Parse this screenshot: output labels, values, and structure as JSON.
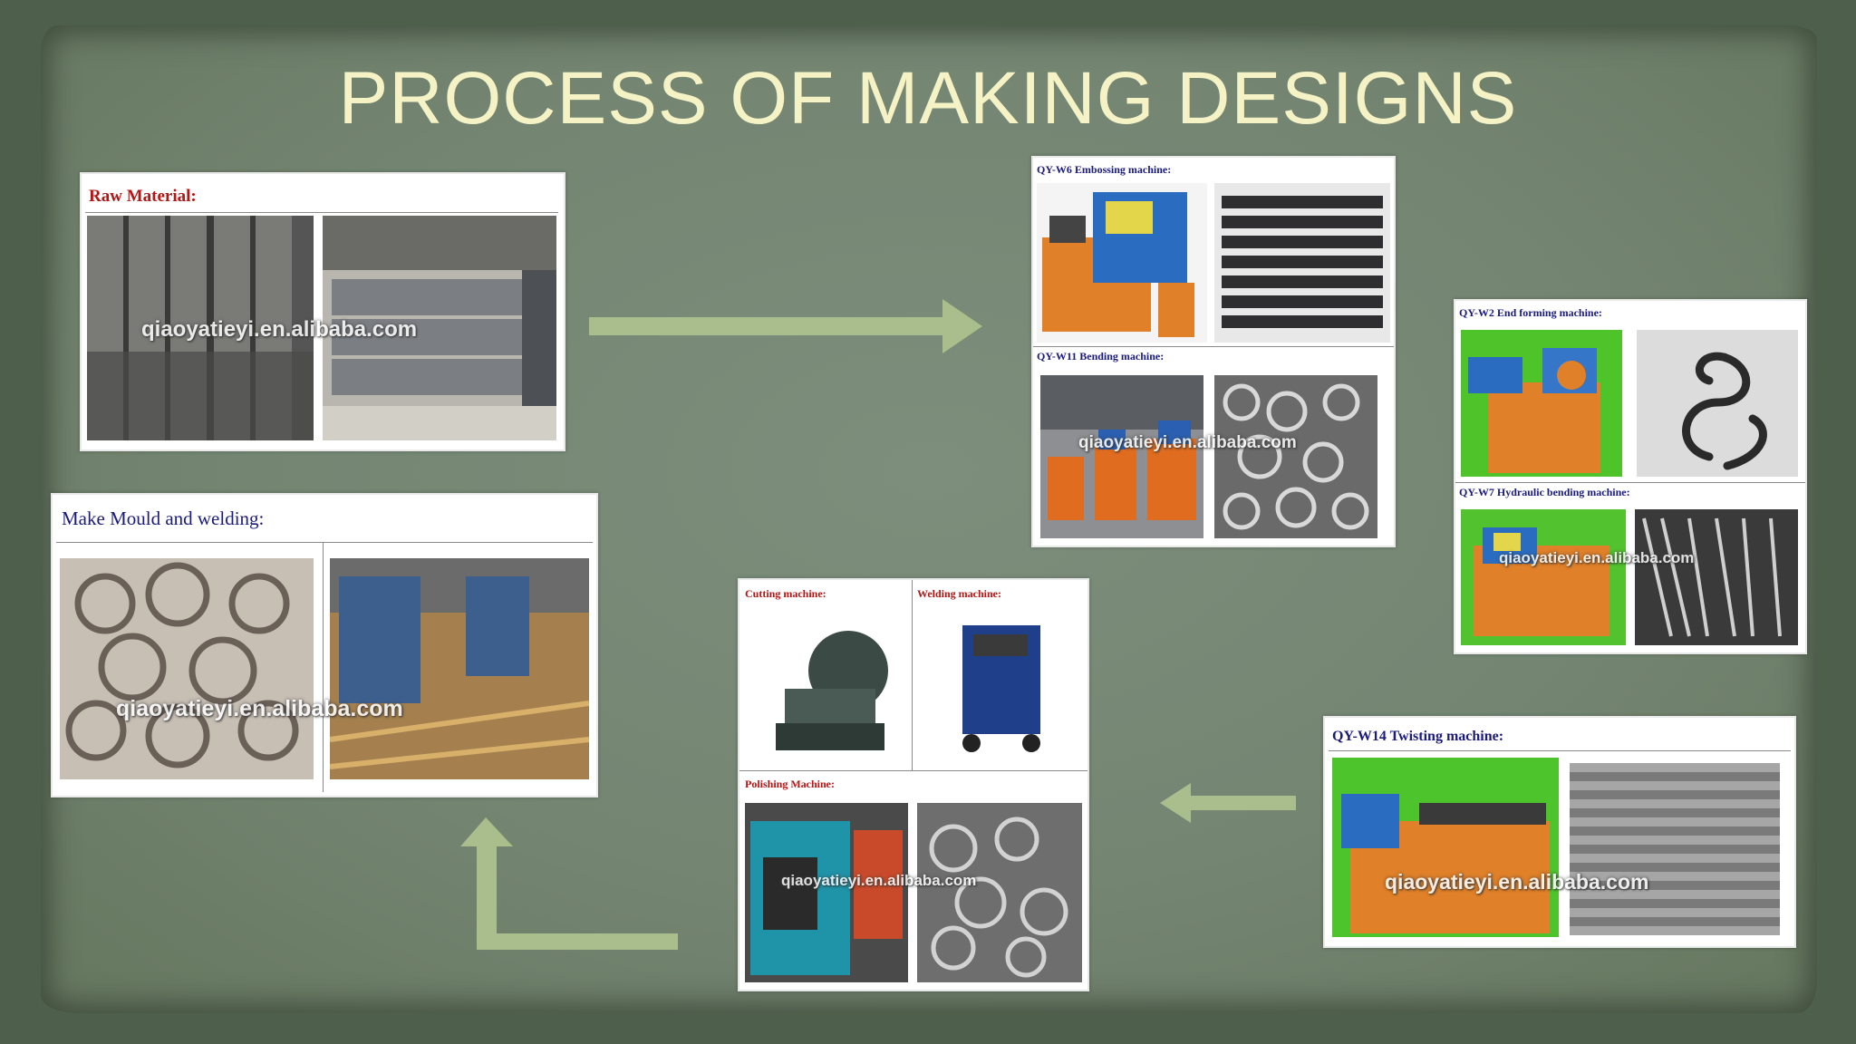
{
  "slide": {
    "title": "PROCESS OF MAKING DESIGNS"
  },
  "panels": {
    "raw_material": {
      "title": "Raw Material:",
      "watermark": "qiaoyatieyi.en.alibaba.com"
    },
    "embossing": {
      "title_top": "QY-W6 Embossing machine:",
      "title_bottom": "QY-W11 Bending machine:",
      "watermark": "qiaoyatieyi.en.alibaba.com"
    },
    "end_forming": {
      "title_top": "QY-W2 End forming machine:",
      "title_bottom": "QY-W7 Hydraulic bending machine:",
      "watermark": "qiaoyatieyi.en.alibaba.com"
    },
    "twisting": {
      "title": "QY-W14 Twisting machine:",
      "watermark": "qiaoyatieyi.en.alibaba.com"
    },
    "cutting_welding": {
      "cutting": "Cutting machine:",
      "welding": "Welding machine:",
      "polishing": "Polishing Machine:",
      "watermark": "qiaoyatieyi.en.alibaba.com"
    },
    "mould": {
      "title": "Make Mould and welding:",
      "watermark": "qiaoyatieyi.en.alibaba.com"
    }
  },
  "colors": {
    "title": "#f5f3c5",
    "arrow": "#a9bd8d",
    "raw_title": "#b01818",
    "machine_title": "#1b1b7a",
    "tool_title": "#b01818"
  }
}
